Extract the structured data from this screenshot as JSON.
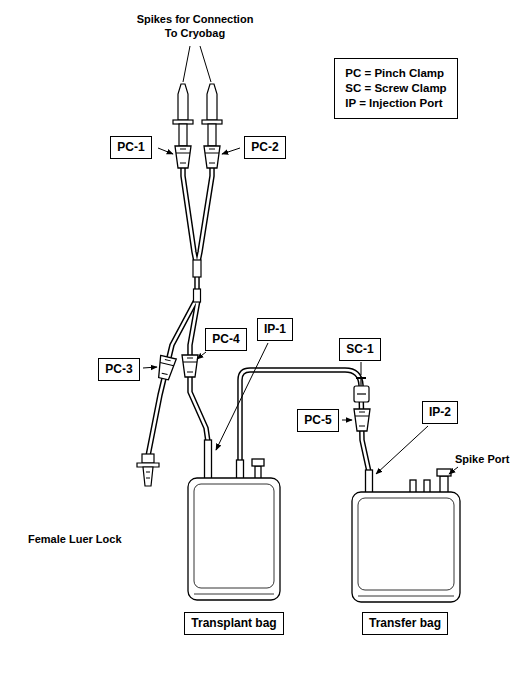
{
  "diagram": {
    "nodes": [
      {
        "text": [
          "PC = Pinch Clamp",
          "SC = Screw Clamp",
          "IP = Injection Port"
        ]
      },
      {
        "text": [
          "PC-1"
        ]
      },
      {
        "text": [
          "PC-2"
        ]
      },
      {
        "text": [
          "IP-1"
        ]
      },
      {
        "text": [
          "PC-3"
        ]
      },
      {
        "text": [
          "PC-4"
        ]
      },
      {
        "text": [
          "SC-1"
        ]
      },
      {
        "text": [
          "PC-5"
        ]
      },
      {
        "text": [
          "IP-2"
        ]
      },
      {
        "text": [
          "Transplant bag"
        ]
      },
      {
        "text": [
          "Transfer bag"
        ]
      }
    ],
    "labels": [
      "Spikes for Connection To Cryobag",
      "Female Luer Lock",
      "Spike Port"
    ]
  }
}
